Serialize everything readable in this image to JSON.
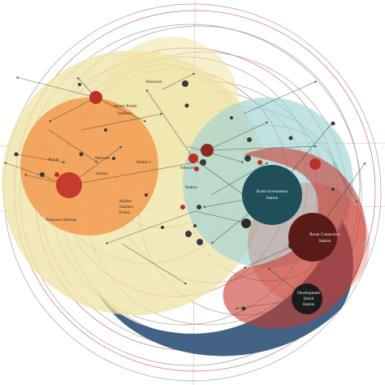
{
  "diagram": {
    "background": "#ffffff",
    "colors": {
      "orange": "#f28c3c",
      "yellow": "#efe3a6",
      "teal": "#9fd2d4",
      "red": "#c73a2e",
      "dark_teal": "#1f4f58",
      "dark_maroon": "#5a1a18",
      "navy": "#3a5a80",
      "orbit_line": "#8a8a8a",
      "orbit_red": "#c0473d"
    },
    "labels": {
      "top_center": "Resource",
      "orange_upper_1": "Sensor Points",
      "orange_upper_2": "Stations",
      "orange_left": "Route",
      "orange_mid_1": "Network",
      "orange_mid_2": "Station",
      "orange_mid_right": "Station 1",
      "orange_lower_1": "Market",
      "orange_lower_2": "Stations",
      "orange_lower_3": "Points",
      "orange_bottom": "Resource Stations",
      "center_1": "Network",
      "center_2": "Station",
      "teal_node_1": "Route Investments",
      "teal_node_2": "Station",
      "maroon_node_1": "Route Connection",
      "maroon_node_2": "Station",
      "black_node_1": "Development",
      "black_node_2": "Initial",
      "black_node_3": "Station"
    }
  }
}
